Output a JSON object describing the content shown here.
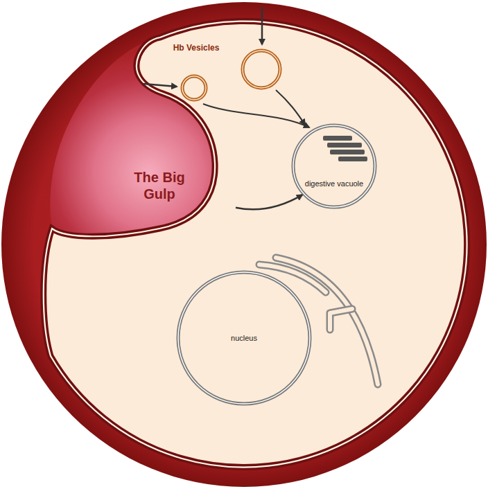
{
  "diagram": {
    "nodes": [
      {
        "text": [
          "The Big Gulp"
        ]
      },
      {
        "text": [
          "digestive vacuole"
        ]
      },
      {
        "text": [
          "nucleus"
        ]
      }
    ],
    "edges": [
      {
        "from": 0,
        "to": 1,
        "arrow": "to"
      }
    ],
    "labels": [
      "Hb Vesicles"
    ]
  }
}
